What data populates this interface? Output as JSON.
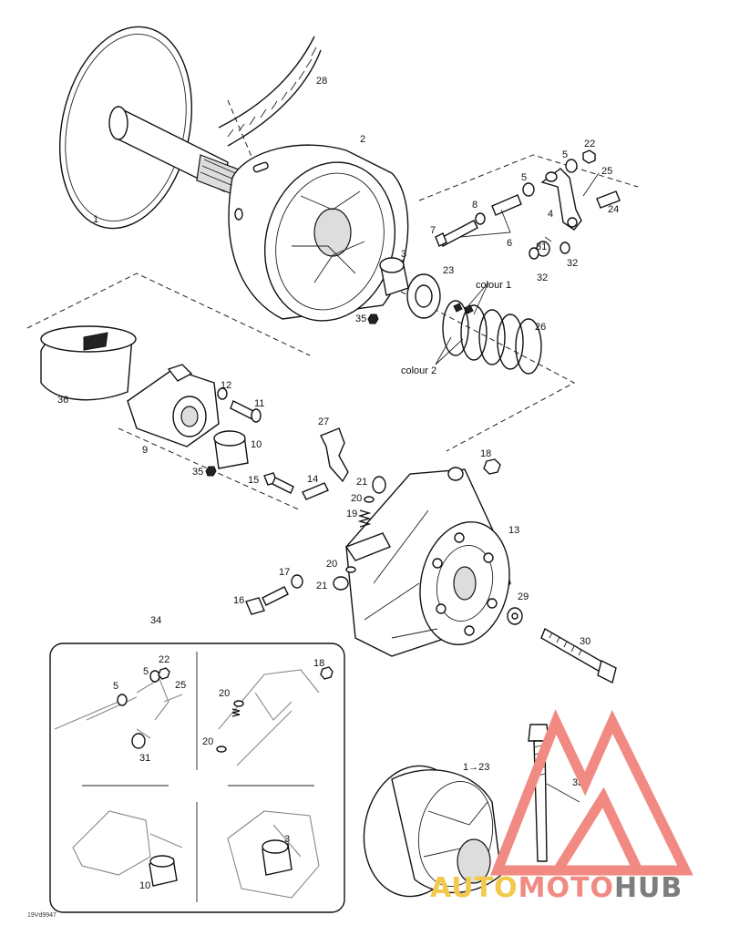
{
  "drawing_number": "19Vd9947",
  "callouts": {
    "c1": "1",
    "c2": "2",
    "c3": "3",
    "c4": "4",
    "c5a": "5",
    "c5b": "5",
    "c6": "6",
    "c7": "7",
    "c8": "8",
    "c9": "9",
    "c10": "10",
    "c11": "11",
    "c12": "12",
    "c13": "13",
    "c14": "14",
    "c15": "15",
    "c16": "16",
    "c17": "17",
    "c18": "18",
    "c19": "19",
    "c20a": "20",
    "c20b": "20",
    "c21a": "21",
    "c21b": "21",
    "c22": "22",
    "c23": "23",
    "c24": "24",
    "c25": "25",
    "c26": "26",
    "c27": "27",
    "c28": "28",
    "c29": "29",
    "c30": "30",
    "c31": "31",
    "c32a": "32",
    "c32b": "32",
    "c33": "33",
    "c34": "34",
    "c35a": "35",
    "c35b": "35",
    "c36": "36",
    "c123": "1→23",
    "colour1": "colour 1",
    "colour2": "colour 2"
  },
  "inset": {
    "c5a": "5",
    "c5b": "5",
    "c22": "22",
    "c25": "25",
    "c31": "31",
    "c18": "18",
    "c20a": "20",
    "c20b": "20",
    "c3": "3",
    "c10": "10"
  },
  "watermark": {
    "part1": "AUTO",
    "part2": "MOTO",
    "part3": "HUB",
    "color_primary": "#f08a82",
    "color_secondary": "#f2c94c",
    "color_grey": "#7d7d7d"
  }
}
